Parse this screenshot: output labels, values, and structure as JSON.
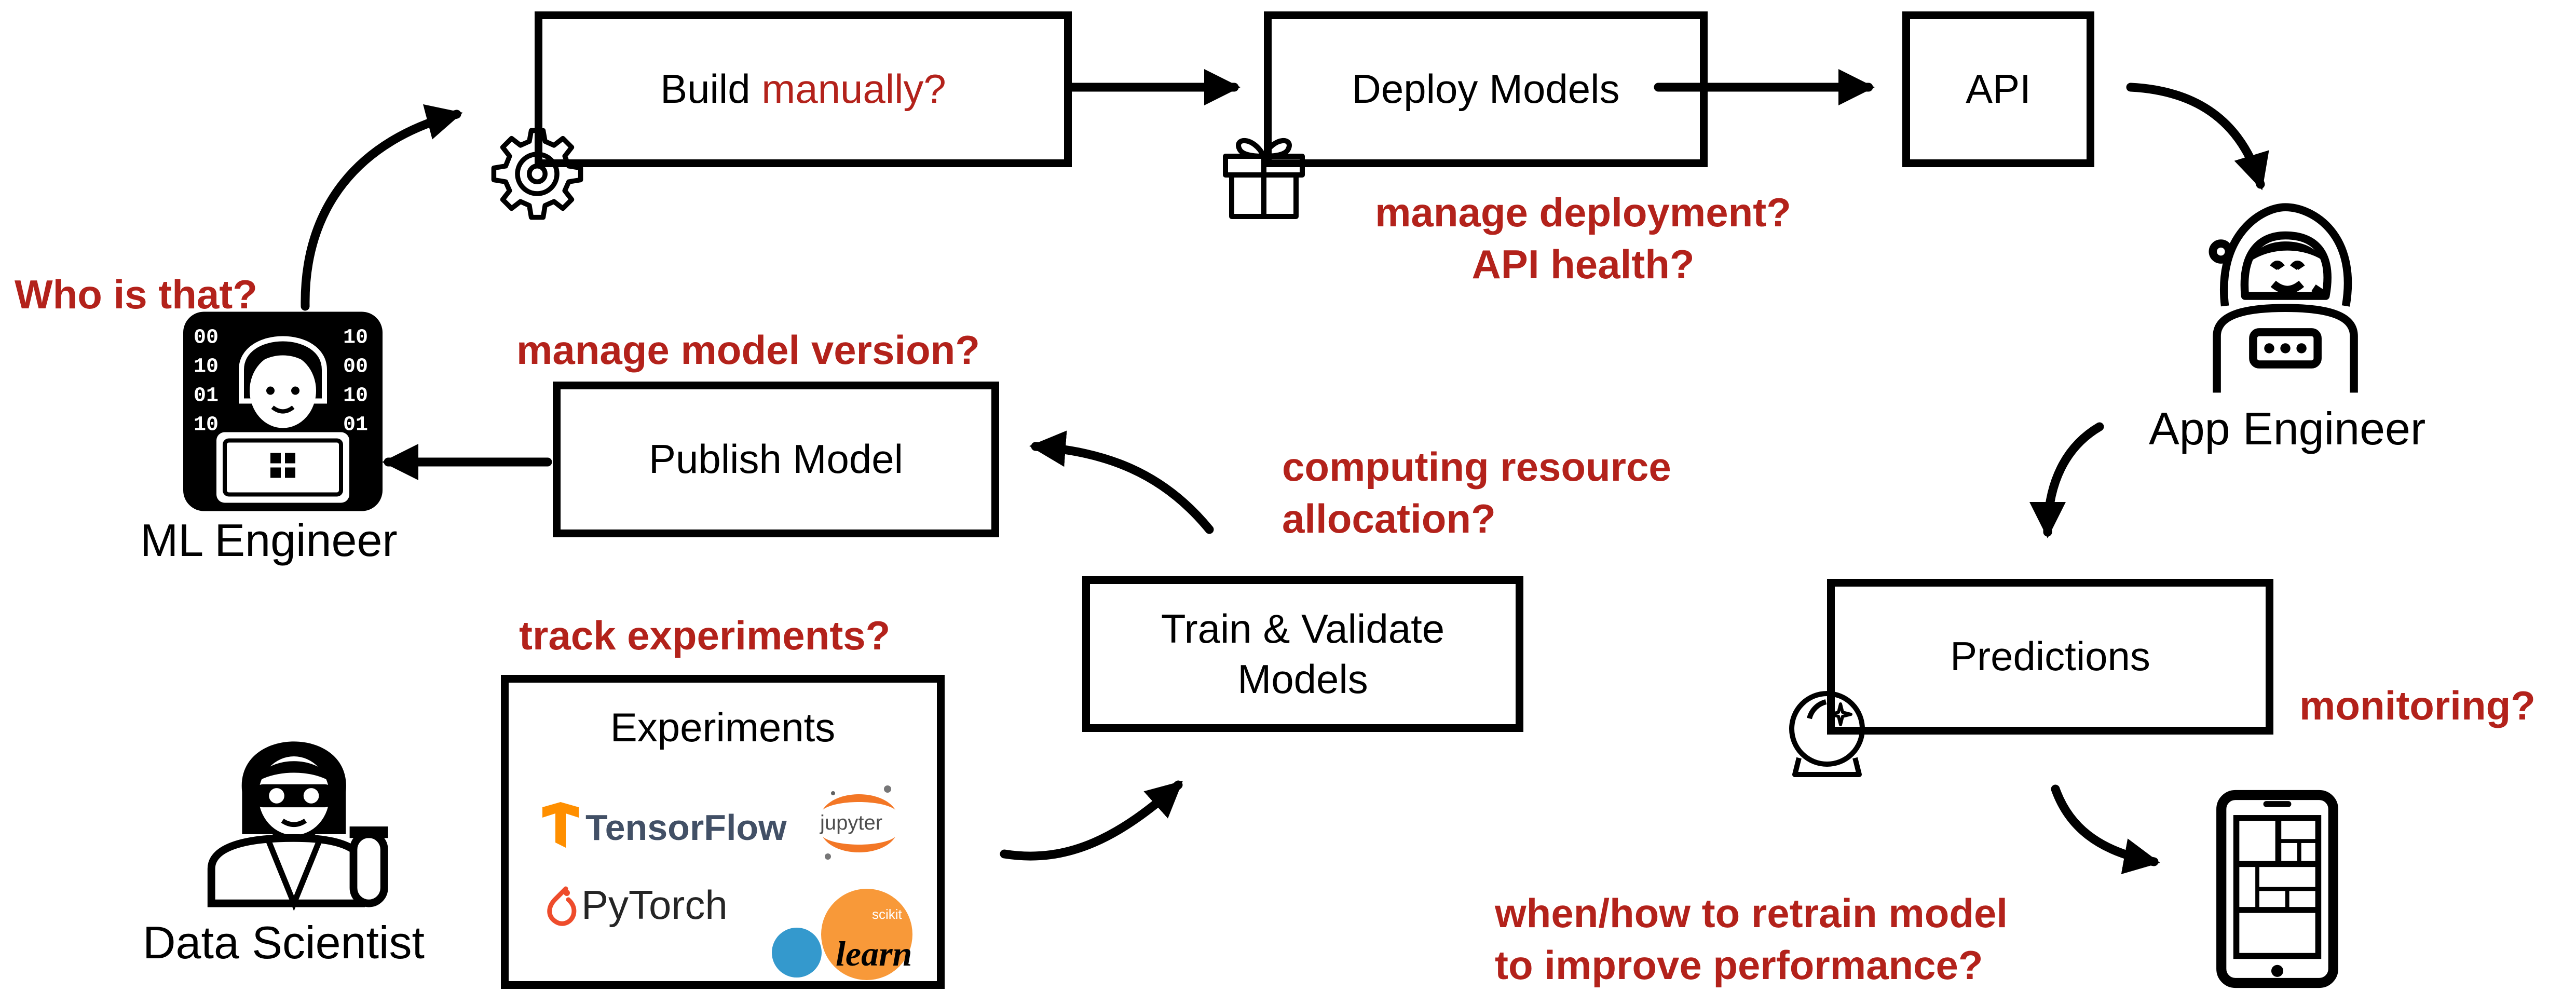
{
  "boxes": {
    "build": {
      "text": "Build",
      "highlight": "manually?"
    },
    "deploy": {
      "text": "Deploy Models"
    },
    "api": {
      "text": "API"
    },
    "publish": {
      "text": "Publish Model"
    },
    "train": {
      "line1": "Train & Validate",
      "line2": "Models"
    },
    "predictions": {
      "text": "Predictions"
    },
    "experiments": {
      "title": "Experiments",
      "logos": {
        "tensorflow": "TensorFlow",
        "jupyter": "jupyter",
        "pytorch": "PyTorch",
        "sklearn_small": "scikit",
        "sklearn": "learn"
      }
    }
  },
  "roles": {
    "ml_engineer": "ML Engineer",
    "app_engineer": "App Engineer",
    "data_scientist": "Data Scientist"
  },
  "questions": {
    "who": "Who is that?",
    "deployment_1": "manage deployment?",
    "deployment_2": "API health?",
    "model_version": "manage model version?",
    "computing_1": "computing resource",
    "computing_2": "allocation?",
    "track": "track experiments?",
    "monitoring": "monitoring?",
    "retrain_1": "when/how to retrain model",
    "retrain_2": "to improve performance?"
  },
  "colors": {
    "accent": "#b3221b",
    "stroke": "#000000",
    "tensorflow": "#ff8f00",
    "pytorch": "#ee4c2c",
    "sklearn": "#3499cd",
    "jupyter": "#f37726"
  },
  "icons": [
    "gear-icon",
    "gift-icon",
    "ml-engineer-avatar-icon",
    "astronaut-avatar-icon",
    "scientist-avatar-icon",
    "crystal-ball-icon",
    "tablet-icon"
  ]
}
